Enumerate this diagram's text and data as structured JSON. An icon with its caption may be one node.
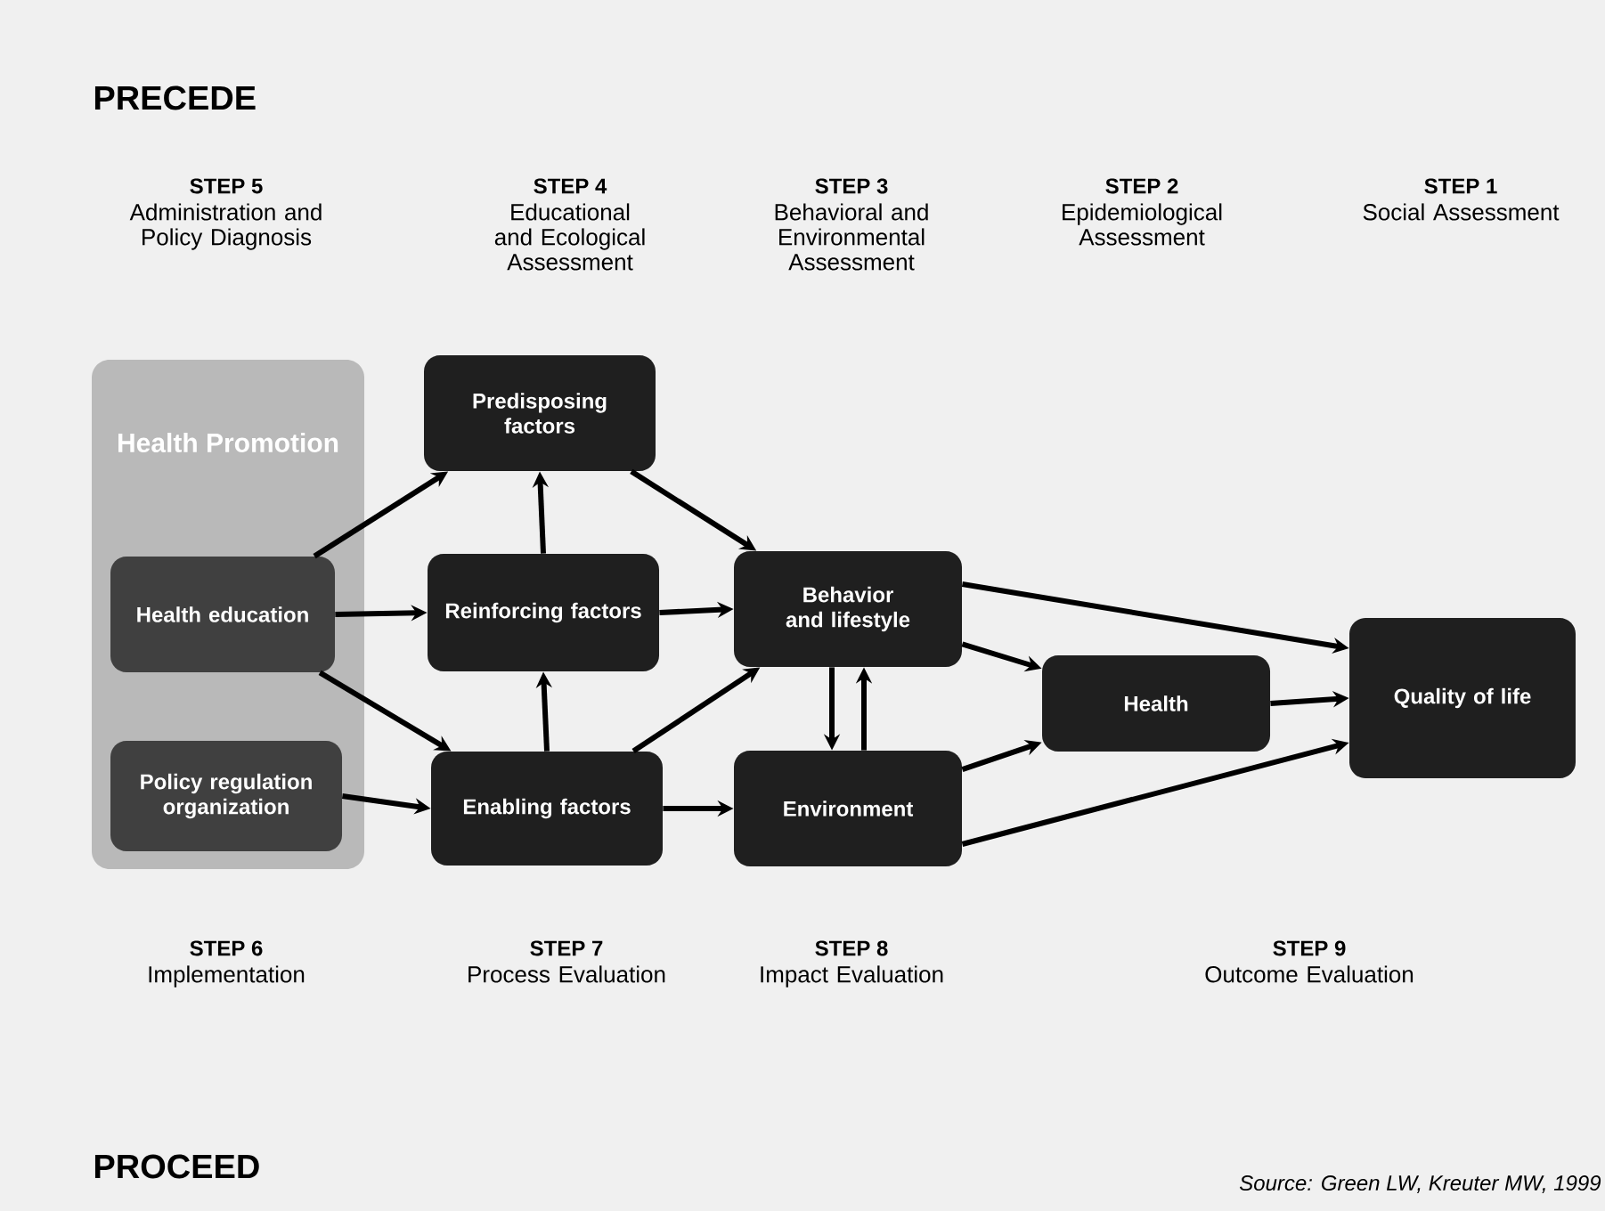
{
  "diagram": {
    "nodes": [
      {
        "text": [
          "Health Promotion"
        ]
      },
      {
        "text": [
          "Health education"
        ],
        "in": 0
      },
      {
        "text": [
          "Policy regulation organization"
        ],
        "in": 0
      },
      {
        "text": [
          "Predisposing factors"
        ]
      },
      {
        "text": [
          "Reinforcing factors"
        ]
      },
      {
        "text": [
          "Enabling factors"
        ]
      },
      {
        "text": [
          "Behavior and lifestyle"
        ]
      },
      {
        "text": [
          "Environment"
        ]
      },
      {
        "text": [
          "Health"
        ]
      },
      {
        "text": [
          "Quality of life"
        ]
      }
    ],
    "edges": [
      {
        "from": 1,
        "to": 3,
        "arrow": "to"
      },
      {
        "from": 1,
        "to": 4,
        "arrow": "to"
      },
      {
        "from": 1,
        "to": 5,
        "arrow": "to"
      },
      {
        "from": 2,
        "to": 5,
        "arrow": "to"
      },
      {
        "from": 4,
        "to": 3,
        "arrow": "to"
      },
      {
        "from": 5,
        "to": 4,
        "arrow": "to"
      },
      {
        "from": 3,
        "to": 6,
        "arrow": "to"
      },
      {
        "from": 4,
        "to": 6,
        "arrow": "to"
      },
      {
        "from": 5,
        "to": 6,
        "arrow": "to"
      },
      {
        "from": 5,
        "to": 7,
        "arrow": "to"
      },
      {
        "from": 6,
        "to": 7,
        "arrow": "to"
      },
      {
        "from": 7,
        "to": 6,
        "arrow": "to"
      },
      {
        "from": 6,
        "to": 8,
        "arrow": "to"
      },
      {
        "from": 7,
        "to": 8,
        "arrow": "to"
      },
      {
        "from": 6,
        "to": 9,
        "arrow": "to"
      },
      {
        "from": 8,
        "to": 9,
        "arrow": "to"
      },
      {
        "from": 7,
        "to": 9,
        "arrow": "to"
      }
    ],
    "labels": [
      "PRECEDE",
      "STEP 5",
      "Administration and Policy Diagnosis",
      "STEP 4",
      "Educational and Ecological Assessment",
      "STEP 3",
      "Behavioral and Environmental Assessment",
      "STEP 2",
      "Epidemiological Assessment",
      "STEP 1",
      "Social Assessment",
      "STEP 6",
      "Implementation",
      "STEP 7",
      "Process Evaluation",
      "STEP 8",
      "Impact Evaluation",
      "STEP 9",
      "Outcome Evaluation",
      "PROCEED",
      "Source: Green LW, Kreuter MW, 1999"
    ]
  }
}
